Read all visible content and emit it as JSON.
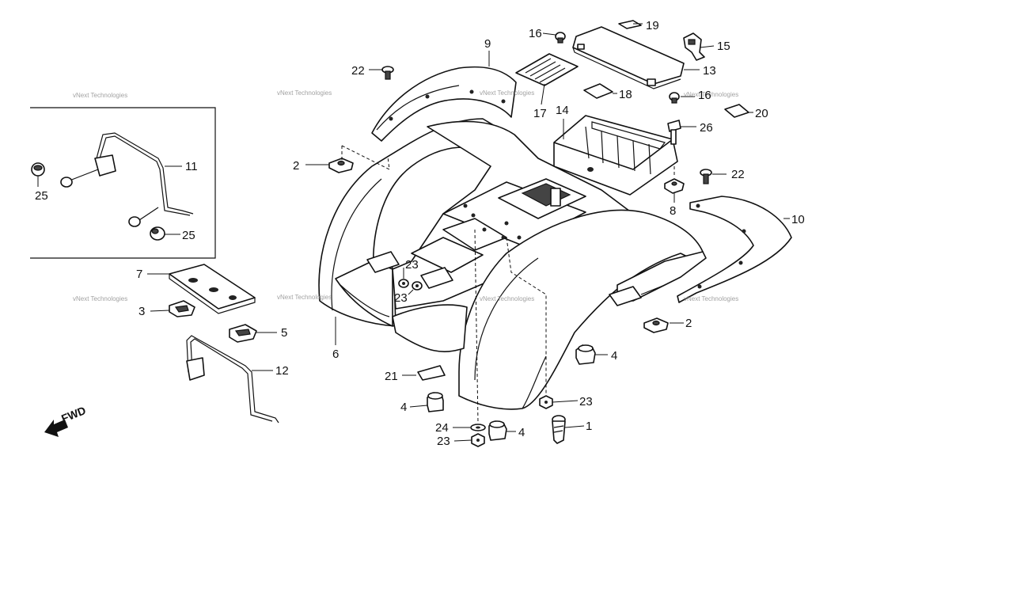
{
  "labels": {
    "l1": "1",
    "l2a": "2",
    "l2b": "2",
    "l3": "3",
    "l4a": "4",
    "l4b": "4",
    "l4c": "4",
    "l5": "5",
    "l6": "6",
    "l7": "7",
    "l8": "8",
    "l9": "9",
    "l10": "10",
    "l11": "11",
    "l12": "12",
    "l13": "13",
    "l14": "14",
    "l15": "15",
    "l16a": "16",
    "l16b": "16",
    "l17": "17",
    "l18": "18",
    "l19": "19",
    "l20": "20",
    "l21": "21",
    "l22a": "22",
    "l22b": "22",
    "l23a": "23",
    "l23b": "23",
    "l23c": "23",
    "l23d": "23",
    "l24": "24",
    "l25a": "25",
    "l25b": "25",
    "l26": "26"
  },
  "direction_label": "FWD",
  "watermark": "vNext Technologies"
}
